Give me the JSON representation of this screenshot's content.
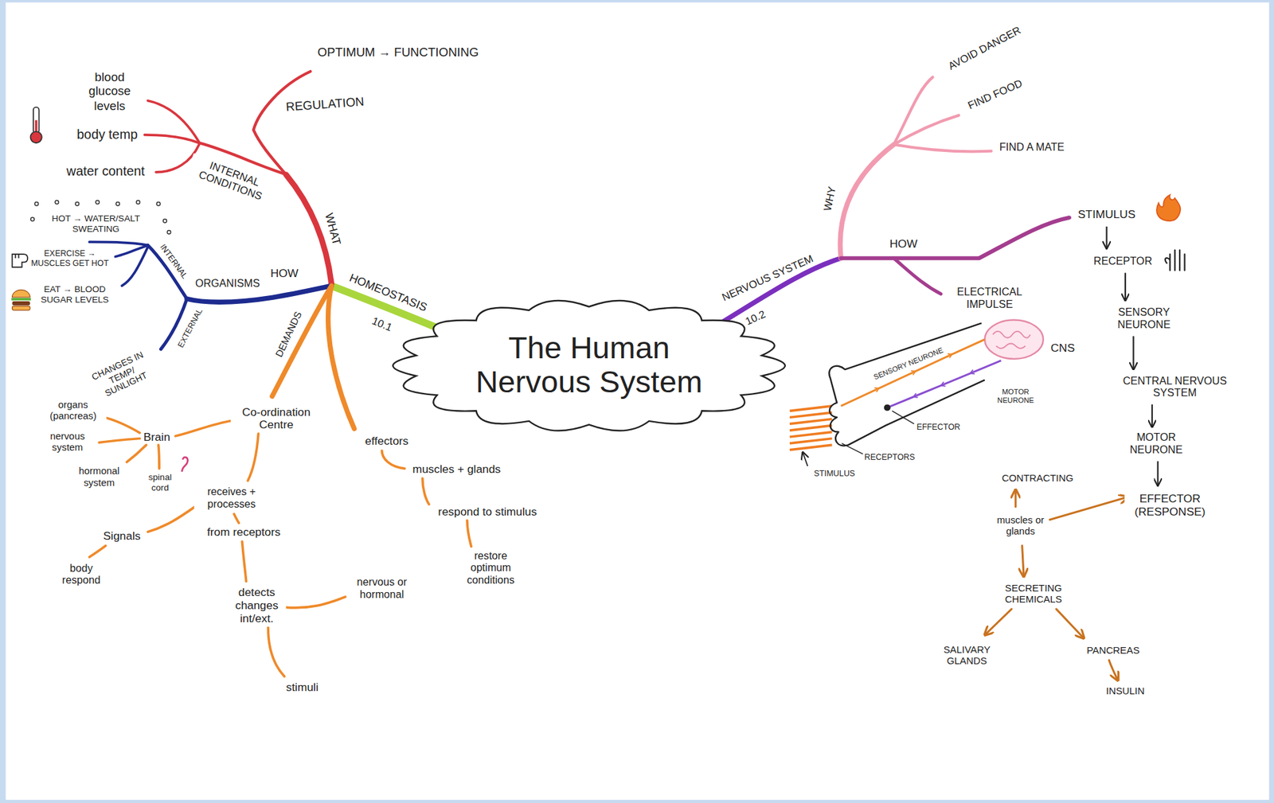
{
  "diagram": {
    "nodes": [
      {
        "text": [
          "The Human Nervous System"
        ]
      }
    ],
    "labels": [
      "OPTIMUM → FUNCTIONING",
      "REGULATION",
      "blood glucose levels",
      "body temp",
      "water content",
      "INTERNAL CONDITIONS",
      "WHAT",
      "HOT → WATER/SALT SWEATING",
      "EXERCISE → MUSCLES GET HOT",
      "EAT → BLOOD SUGAR LEVELS",
      "INTERNAL",
      "ORGANISMS",
      "HOW",
      "EXTERNAL",
      "CHANGES IN TEMP/ SUNLIGHT",
      "HOMEOSTASIS",
      "10.1",
      "DEMANDS",
      "Co-ordination Centre",
      "Brain",
      "organs (pancreas)",
      "nervous system",
      "hormonal system",
      "spinal cord",
      "receives + processes",
      "Signals",
      "from receptors",
      "body respond",
      "detects changes int/ext.",
      "nervous or hormonal",
      "stimuli",
      "effectors",
      "muscles + glands",
      "respond to stimulus",
      "restore optimum conditions",
      "NERVOUS SYSTEM",
      "10.2",
      "WHY",
      "AVOID DANGER",
      "FIND FOOD",
      "FIND A MATE",
      "HOW",
      "STIMULUS",
      "ELECTRICAL IMPULSE",
      "RECEPTOR",
      "SENSORY NEURONE",
      "CENTRAL NERVOUS SYSTEM",
      "MOTOR NEURONE",
      "EFFECTOR (RESPONSE)",
      "CONTRACTING",
      "muscles or glands",
      "SECRETING CHEMICALS",
      "SALIVARY GLANDS",
      "PANCREAS",
      "INSULIN",
      "SENSORY NEURONE",
      "CNS",
      "MOTOR NEURONE",
      "EFFECTOR",
      "RECEPTORS",
      "STIMULUS"
    ]
  }
}
